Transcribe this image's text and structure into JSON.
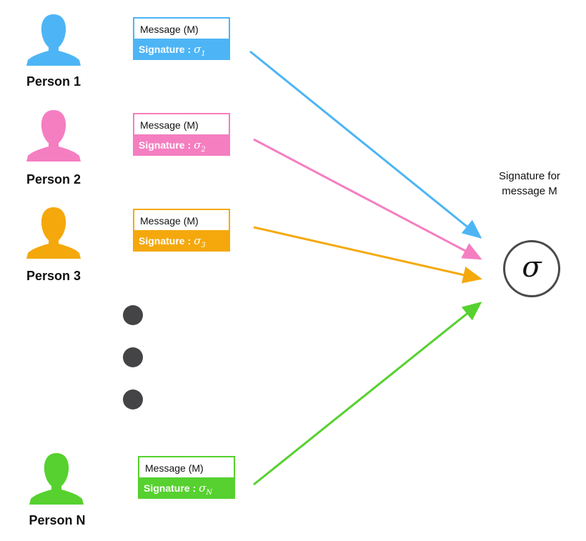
{
  "colors": {
    "person_1": "#4db5f5",
    "person_2": "#f57ec1",
    "person_3": "#f5a80c",
    "person_n": "#56d12f",
    "dots": "#444446",
    "circle_border": "#4a4a4a"
  },
  "persons": [
    {
      "label": "Person 1",
      "message": "Message (M)",
      "signature_text": "Signature :",
      "signature_symbol": "σ",
      "signature_sub": "1"
    },
    {
      "label": "Person 2",
      "message": "Message (M)",
      "signature_text": "Signature :",
      "signature_symbol": "σ",
      "signature_sub": "2"
    },
    {
      "label": "Person 3",
      "message": "Message (M)",
      "signature_text": "Signature :",
      "signature_symbol": "σ",
      "signature_sub": "3"
    },
    {
      "label": "Person N",
      "message": "Message (M)",
      "signature_text": "Signature :",
      "signature_symbol": "σ",
      "signature_sub": "N"
    }
  ],
  "result": {
    "label": "Signature for message M",
    "symbol": "σ"
  },
  "icons": {
    "person": "person-silhouette-icon",
    "ellipsis": "vertical-ellipsis-dots"
  }
}
